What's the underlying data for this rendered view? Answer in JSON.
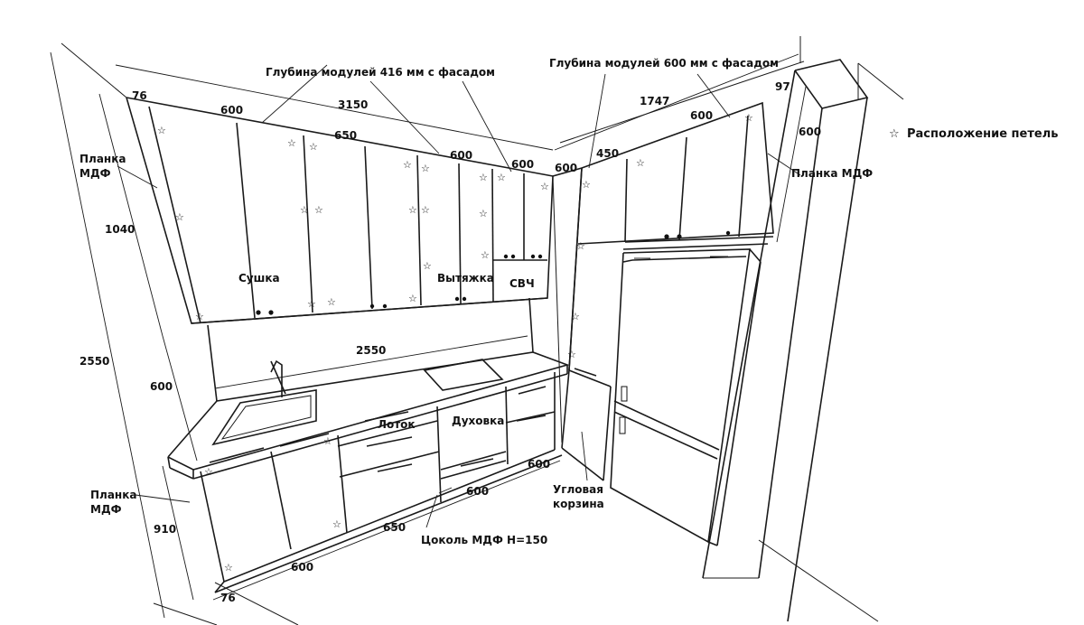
{
  "top_notes": {
    "depth_416": "Глубина модулей 416 мм с фасадом",
    "depth_600": "Глубина модулей 600 мм с фасадом"
  },
  "legend": {
    "symbol": "☆",
    "text": "Расположение петель"
  },
  "dimensions": {
    "top_76": "76",
    "top_600a": "600",
    "top_3150": "3150",
    "top_650": "650",
    "top_600b": "600",
    "top_600c": "600",
    "top_600d": "600",
    "top_1747": "1747",
    "top_450": "450",
    "top_600e": "600",
    "top_97": "97",
    "side_600_right": "600",
    "h_1040": "1040",
    "h_2550": "2550",
    "h_600": "600",
    "h_910": "910",
    "counter_2550": "2550",
    "bottom_600a": "600",
    "bottom_650": "650",
    "bottom_600b": "600",
    "bottom_600c": "600",
    "bottom_76": "76"
  },
  "labels": {
    "planka_left_top": [
      "Планка",
      "МДФ"
    ],
    "planka_left_bottom": [
      "Планка",
      "МДФ"
    ],
    "planka_right": "Планка МДФ",
    "sushka": "Сушка",
    "vytyazhka": "Вытяжка",
    "svch": "СВЧ",
    "lotok": "Лоток",
    "duhovka": "Духовка",
    "corner_basket": [
      "Угловая",
      "корзина"
    ],
    "plinth": "Цоколь МДФ Н=150"
  }
}
